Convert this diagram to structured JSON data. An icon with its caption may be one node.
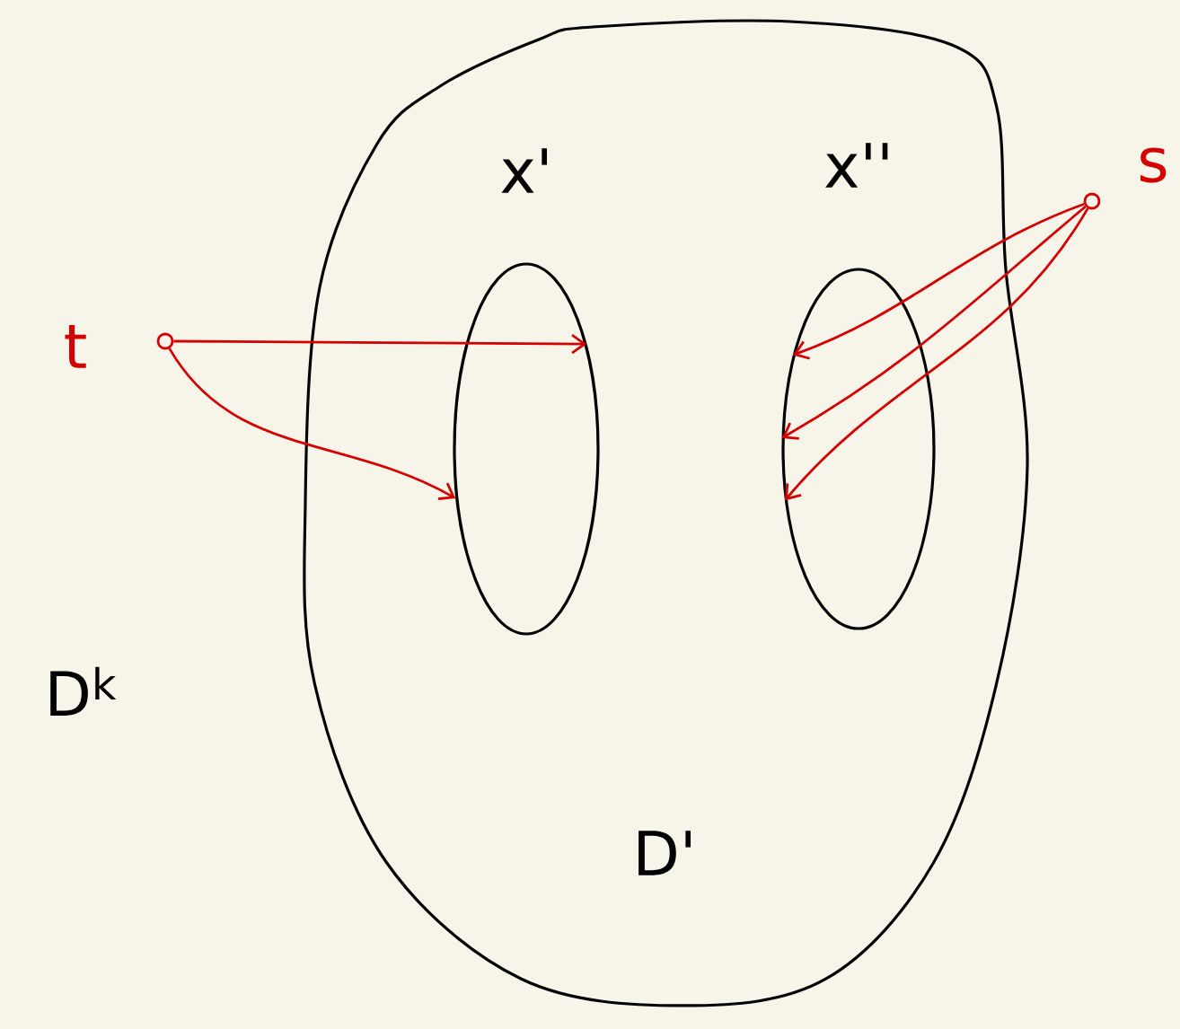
{
  "diagram": {
    "nodes": [
      {
        "text": [
          "D'"
        ]
      },
      {
        "text": [
          "x'"
        ],
        "in": 0
      },
      {
        "text": [
          "x''"
        ],
        "in": 0
      },
      {
        "text": [],
        "shape": "circle",
        "beside": [
          "t"
        ]
      },
      {
        "text": [],
        "shape": "circle",
        "beside": [
          "s"
        ]
      }
    ],
    "edges": [
      {
        "from": 3,
        "to": 1,
        "arrow": "to"
      },
      {
        "from": 3,
        "to": 1,
        "arrow": "to"
      },
      {
        "from": 4,
        "to": 2,
        "arrow": "to"
      },
      {
        "from": 4,
        "to": 2,
        "arrow": "to"
      },
      {
        "from": 4,
        "to": 2,
        "arrow": "to"
      }
    ],
    "labels": [
      "D$^{k}$"
    ]
  }
}
